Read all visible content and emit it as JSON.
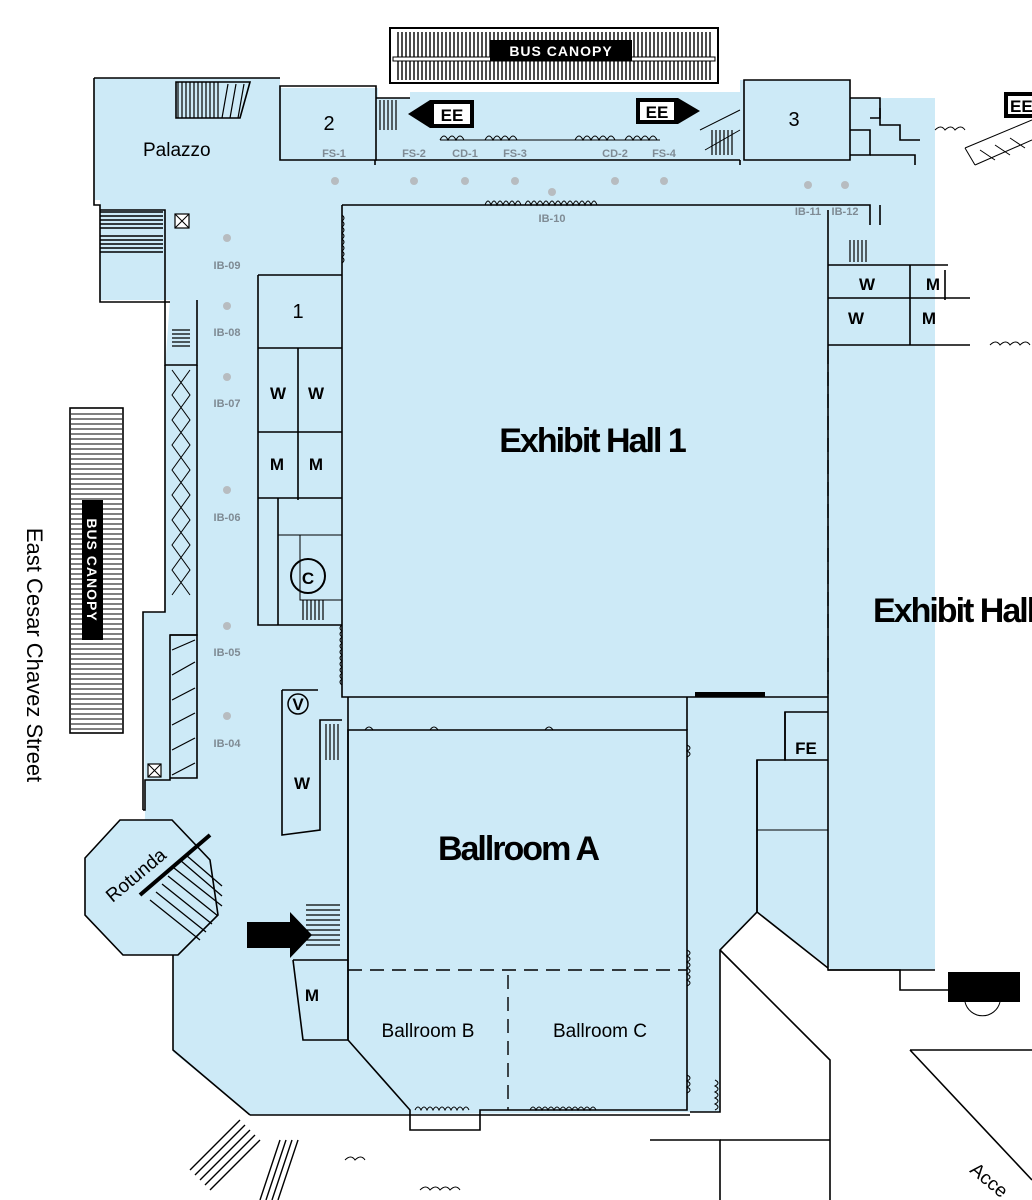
{
  "map": {
    "street": "East Cesar Chavez Street",
    "bus_canopy_top": "BUS CANOPY",
    "bus_canopy_side": "BUS CANOPY",
    "rooms": {
      "exhibit_hall_1": "Exhibit Hall 1",
      "exhibit_hall_2": "Exhibit Hall",
      "ballroom_a": "Ballroom A",
      "ballroom_b": "Ballroom B",
      "ballroom_c": "Ballroom C",
      "palazzo": "Palazzo",
      "rotunda": "Rotunda",
      "room_1": "1",
      "room_2": "2",
      "room_3": "3",
      "fe": "FE",
      "ee_left": "EE",
      "ee_right": "EE",
      "ee_edge": "EE",
      "access": "Acce"
    },
    "restrooms": {
      "w": "W",
      "m": "M",
      "c": "C",
      "v": "V"
    },
    "codes": {
      "fs1": "FS-1",
      "fs2": "FS-2",
      "cd1": "CD-1",
      "fs3": "FS-3",
      "cd2": "CD-2",
      "fs4": "FS-4",
      "ib10": "IB-10",
      "ib11": "IB-11",
      "ib12": "IB-12",
      "ib09": "IB-09",
      "ib08": "IB-08",
      "ib07": "IB-07",
      "ib06": "IB-06",
      "ib05": "IB-05",
      "ib04": "IB-04"
    },
    "colors": {
      "floor": "#cdeaf7",
      "line": "#000000",
      "dot": "#b7bcc0",
      "code": "#7f8b94"
    }
  }
}
